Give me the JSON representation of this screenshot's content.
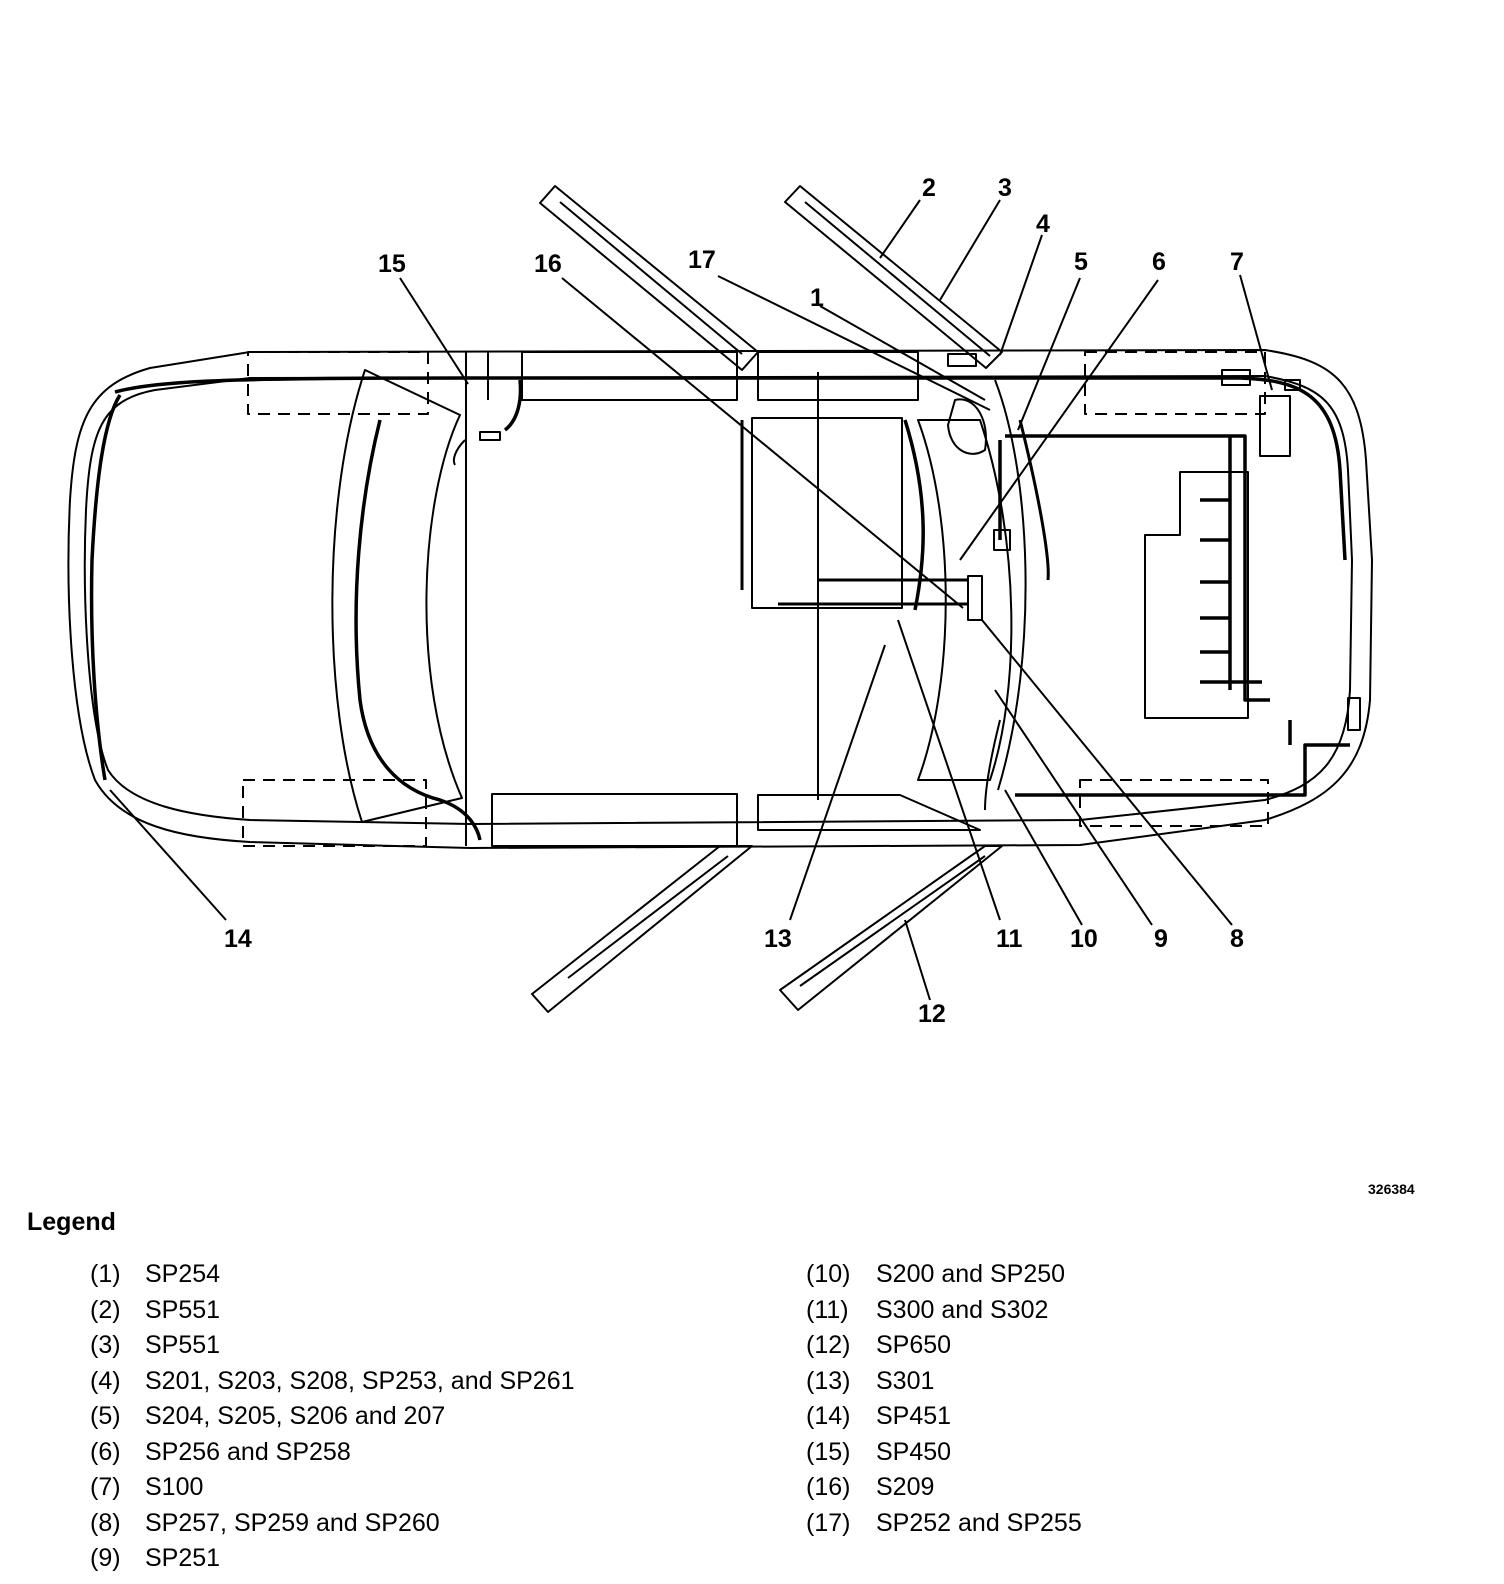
{
  "figure": {
    "id": "326384",
    "legend_title": "Legend",
    "callouts": [
      "1",
      "2",
      "3",
      "4",
      "5",
      "6",
      "7",
      "8",
      "9",
      "10",
      "11",
      "12",
      "13",
      "14",
      "15",
      "16",
      "17"
    ]
  },
  "legend": {
    "left": [
      {
        "num": "(1)",
        "text": "SP254"
      },
      {
        "num": "(2)",
        "text": "SP551"
      },
      {
        "num": "(3)",
        "text": "SP551"
      },
      {
        "num": "(4)",
        "text": "S201, S203, S208, SP253, and SP261"
      },
      {
        "num": "(5)",
        "text": "S204, S205, S206 and 207"
      },
      {
        "num": "(6)",
        "text": "SP256 and SP258"
      },
      {
        "num": "(7)",
        "text": "S100"
      },
      {
        "num": "(8)",
        "text": "SP257, SP259 and SP260"
      },
      {
        "num": "(9)",
        "text": "SP251"
      }
    ],
    "right": [
      {
        "num": "(10)",
        "text": "S200 and SP250"
      },
      {
        "num": "(11)",
        "text": "S300 and S302"
      },
      {
        "num": "(12)",
        "text": "SP650"
      },
      {
        "num": "(13)",
        "text": "S301"
      },
      {
        "num": "(14)",
        "text": "SP451"
      },
      {
        "num": "(15)",
        "text": "SP450"
      },
      {
        "num": "(16)",
        "text": "S209"
      },
      {
        "num": "(17)",
        "text": "SP252 and SP255"
      }
    ]
  }
}
